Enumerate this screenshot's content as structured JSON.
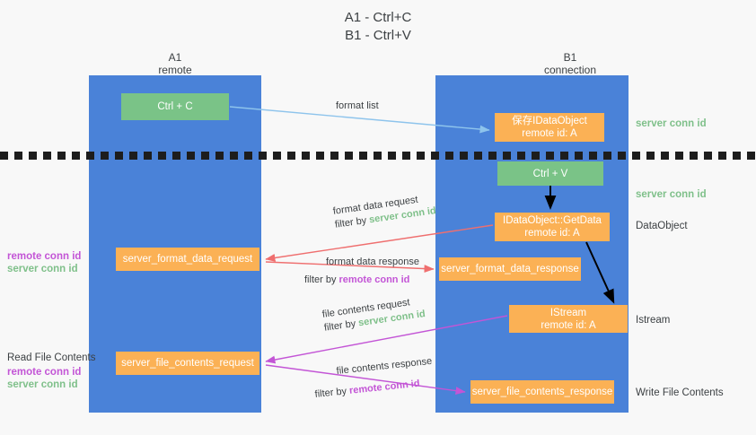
{
  "title": {
    "line1": "A1 - Ctrl+C",
    "line2": "B1 - Ctrl+V"
  },
  "lanes": [
    {
      "id": "A1",
      "name": "A1",
      "subtitle": "remote"
    },
    {
      "id": "B1",
      "name": "B1",
      "subtitle": "connection"
    }
  ],
  "boxes": {
    "ctrl_c": "Ctrl + C",
    "save_idataobject_line1": "保存IDataObject",
    "save_idataobject_line2": "remote id: A",
    "ctrl_v": "Ctrl + V",
    "getdata_line1": "IDataObject::GetData",
    "getdata_line2": "remote id: A",
    "server_format_data_request": "server_format_data_request",
    "server_format_data_response": "server_format_data_response",
    "istream_line1": "IStream",
    "istream_line2": "remote id: A",
    "server_file_contents_request": "server_file_contents_request",
    "server_file_contents_response": "server_file_contents_response"
  },
  "edge_labels": {
    "format_list": "format list",
    "format_data_request": "format data request",
    "filter_by_prefix": "filter by ",
    "server_conn_id": "server conn id",
    "remote_conn_id": "remote conn id",
    "format_data_response": "format data response",
    "file_contents_request": "file contents request",
    "file_contents_response": "file contents response"
  },
  "side_labels": {
    "server_conn_id_top": "server conn id",
    "server_conn_id_mid": "server conn id",
    "dataobject": "DataObject",
    "istream": "Istream",
    "write_file_contents": "Write File Contents",
    "read_file_contents": "Read File Contents",
    "remote_conn_id": "remote conn id",
    "server_conn_id": "server conn id"
  },
  "colors": {
    "lane_blue": "#4a82d8",
    "box_green": "#7ac387",
    "box_orange": "#fbb155",
    "background": "#f8f8f8",
    "text_dark": "#3c4043",
    "green_text": "#7fc08a",
    "purple_text": "#c355d6",
    "arrow_light_blue": "#8ec4ec",
    "arrow_red": "#ef6f6f",
    "arrow_purple": "#c355d6",
    "arrow_black": "#000000",
    "dash_line": "#1d1d1d"
  }
}
